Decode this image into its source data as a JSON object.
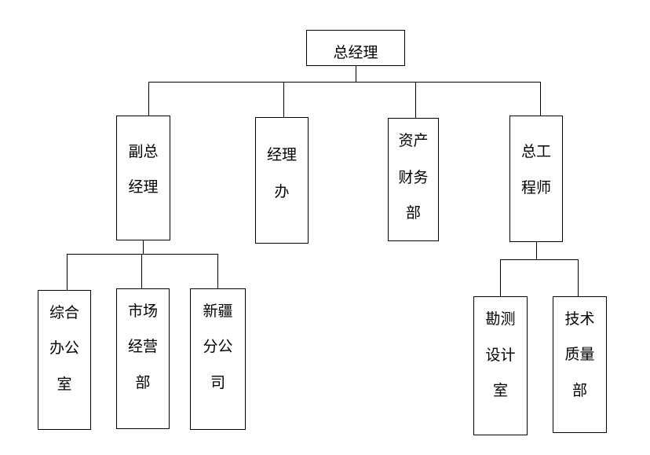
{
  "org_chart": {
    "root": {
      "lines": [
        "总经理"
      ]
    },
    "level1": [
      {
        "id": "vgm",
        "lines": [
          "副总",
          "经理"
        ]
      },
      {
        "id": "office",
        "lines": [
          "经理",
          "办"
        ]
      },
      {
        "id": "assets",
        "lines": [
          "资产",
          "财务",
          "部"
        ]
      },
      {
        "id": "cheng",
        "lines": [
          "总工",
          "程师"
        ]
      }
    ],
    "vgm_children": [
      {
        "id": "general-office",
        "lines": [
          "综合",
          "办公",
          "室"
        ]
      },
      {
        "id": "marketing",
        "lines": [
          "市场",
          "经营",
          "部"
        ]
      },
      {
        "id": "xinjiang",
        "lines": [
          "新疆",
          "分公",
          "司"
        ]
      }
    ],
    "cheng_children": [
      {
        "id": "survey-design",
        "lines": [
          "勘测",
          "设计",
          "室"
        ]
      },
      {
        "id": "tech-quality",
        "lines": [
          "技术",
          "质量",
          "部"
        ]
      }
    ]
  }
}
